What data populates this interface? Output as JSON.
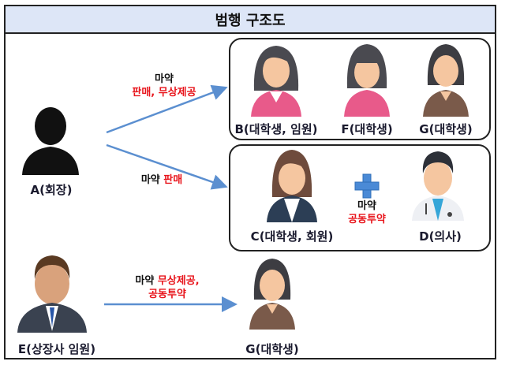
{
  "title": "범행 구조도",
  "people": {
    "A": "A(회장)",
    "B": "B(대학생, 임원)",
    "F": "F(대학생)",
    "G_top": "G(대학생)",
    "C": "C(대학생, 회원)",
    "D": "D(의사)",
    "E": "E(상장사 임원)",
    "G_bottom": "G(대학생)"
  },
  "edges": {
    "a_to_group1": {
      "drug": "마약",
      "action": "판매, 무상제공"
    },
    "a_to_group2": {
      "drug": "마약",
      "action": "판매"
    },
    "c_with_d": {
      "drug": "마약",
      "action": "공동투약"
    },
    "e_to_g": {
      "drug": "마약",
      "action1": "무상제공,",
      "action2": "공동투약"
    }
  },
  "colors": {
    "header_bg": "#dde6f7",
    "arrow": "#5b8fd0",
    "highlight": "#e8141b",
    "plus": "#4a8ad6"
  }
}
